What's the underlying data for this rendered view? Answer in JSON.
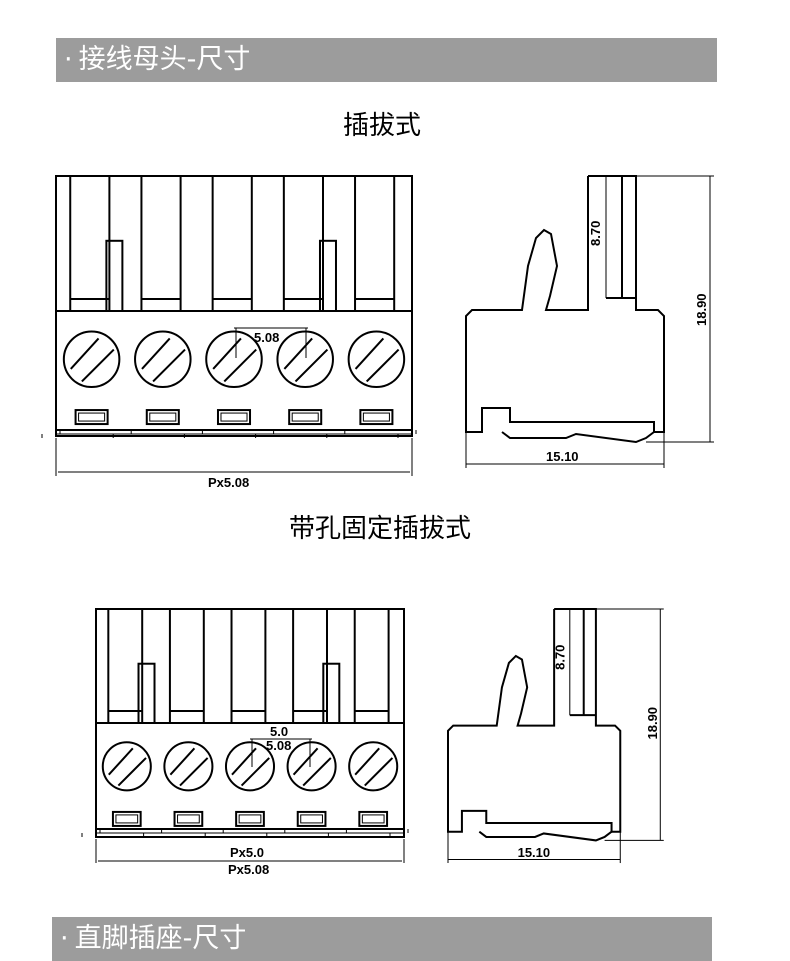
{
  "sections": [
    {
      "title": "接线母头-尺寸",
      "bullet": "·"
    },
    {
      "title": "直脚插座-尺寸",
      "bullet": "·"
    }
  ],
  "variants": [
    {
      "title": "插拔式",
      "front_view": {
        "pitch_label": "5.08",
        "width_label": "Px5.08",
        "pins": 5
      },
      "side_view": {
        "height_label": "18.90",
        "upper_label": "8.70",
        "depth_label": "15.10"
      }
    },
    {
      "title": "带孔固定插拔式",
      "front_view": {
        "pitch_labels": [
          "5.0",
          "5.08"
        ],
        "width_labels": [
          "Px5.0",
          "Px5.08"
        ],
        "pins": 5
      },
      "side_view": {
        "height_label": "18.90",
        "upper_label": "8.70",
        "depth_label": "15.10"
      }
    }
  ],
  "colors": {
    "band": "#9c9c9c",
    "band_text": "#ffffff",
    "line": "#000000"
  }
}
